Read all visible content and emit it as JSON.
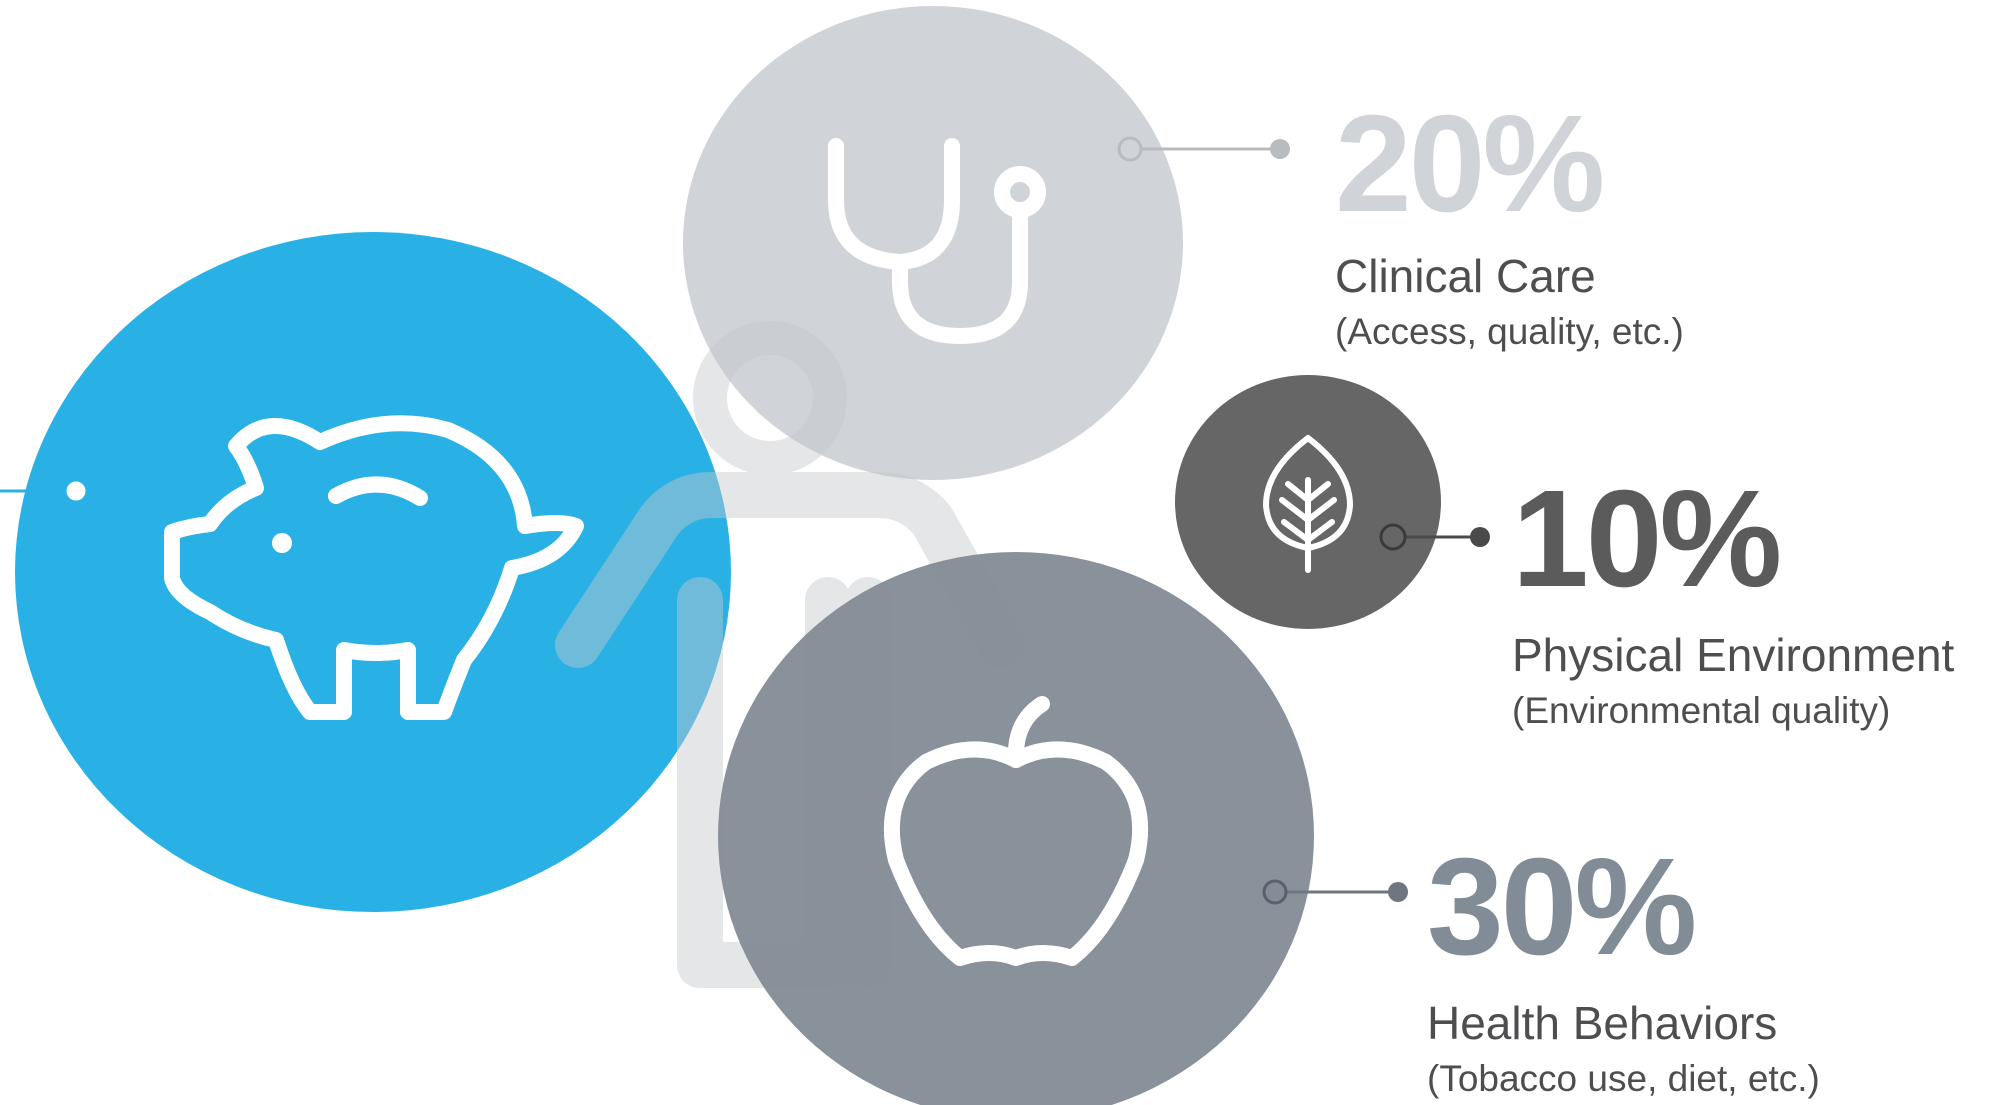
{
  "factors": [
    {
      "id": "clinical-care",
      "percent": "20%",
      "title": "Clinical Care",
      "subtitle": "(Access, quality, etc.)",
      "color": "#d0d4d8",
      "icon": "stethoscope-icon"
    },
    {
      "id": "physical-environment",
      "percent": "10%",
      "title": "Physical Environment",
      "subtitle": "(Environmental quality)",
      "color": "#666666",
      "icon": "leaf-icon"
    },
    {
      "id": "health-behaviors",
      "percent": "30%",
      "title": "Health Behaviors",
      "subtitle": "(Tobacco use, diet, etc.)",
      "color": "#848d97",
      "icon": "apple-icon"
    },
    {
      "id": "socioeconomic",
      "color": "#29b1e6",
      "icon": "piggy-bank-icon"
    }
  ],
  "colors": {
    "person": "#e8eaea",
    "accent_blue": "#29b1e6",
    "text": "#4e4e50"
  }
}
